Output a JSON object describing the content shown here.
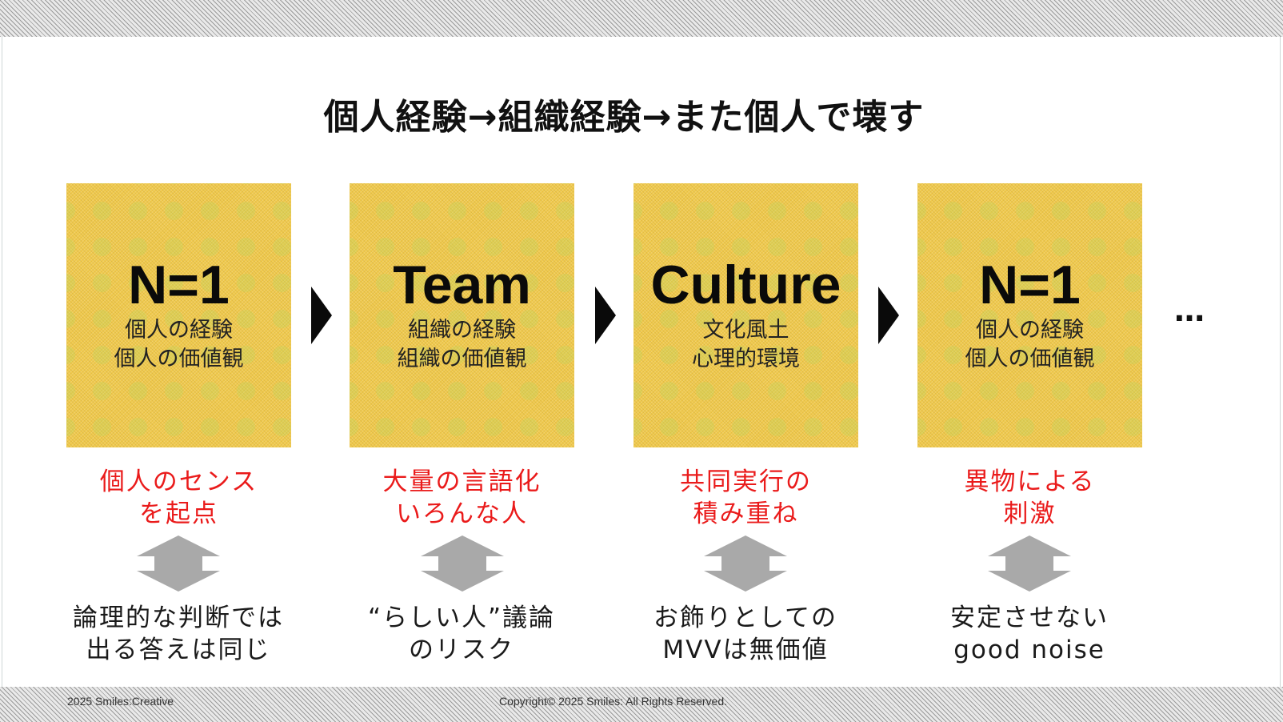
{
  "title": "個人経験→組織経験→また個人で壊す",
  "cards": [
    {
      "big": "N=1",
      "line1": "個人の経験",
      "line2": "個人の価値観"
    },
    {
      "big": "Team",
      "line1": "組織の経験",
      "line2": "組織の価値観"
    },
    {
      "big": "Culture",
      "line1": "文化風土",
      "line2": "心理的環境"
    },
    {
      "big": "N=1",
      "line1": "個人の経験",
      "line2": "個人の価値観"
    }
  ],
  "ellipsis": "…",
  "red_notes": [
    {
      "line1": "個人のセンス",
      "line2": "を起点"
    },
    {
      "line1": "大量の言語化",
      "line2": "いろんな人"
    },
    {
      "line1": "共同実行の",
      "line2": "積み重ね"
    },
    {
      "line1": "異物による",
      "line2": "刺激"
    }
  ],
  "black_notes": [
    {
      "line1": "論理的な判断では",
      "line2": "出る答えは同じ"
    },
    {
      "line1": "“らしい人”議論",
      "line2": "のリスク"
    },
    {
      "line1": "お飾りとしての",
      "line2": "MVVは無価値"
    },
    {
      "line1": "安定させない",
      "line2": "good noise"
    }
  ],
  "footer": {
    "left": "2025 Smiles:Creative",
    "center": "Copyright© 2025 Smiles: All Rights Reserved."
  },
  "colors": {
    "card_yellow": "#f0c94c",
    "note_red": "#ea1b1b",
    "double_arrow_gray": "#a9a9a9"
  }
}
